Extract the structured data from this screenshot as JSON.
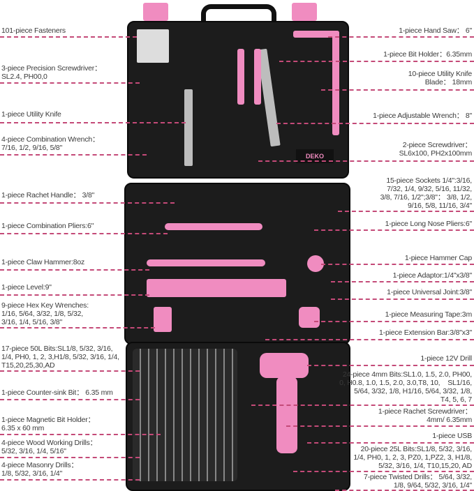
{
  "left_labels": [
    "101-piece Fasteners",
    "3-piece Precision Screwdriver：\nSL2.4, PH00,0",
    "1-piece Utility Knife",
    "4-piece Combination Wrench：\n7/16, 1/2, 9/16, 5/8\"",
    "1-piece Rachet Handle： 3/8\"",
    "1-piece Combination Pliers:6\"",
    "1-piece Claw Hammer:8oz",
    "1-piece Level:9\"",
    "9-piece Hex Key Wrenches:\n1/16, 5/64, 3/32, 1/8, 5/32,\n3/16, 1/4, 5/16, 3/8\"",
    "17-piece 50L Bits:SL1/8, 5/32, 3/16,\n1/4, PH0, 1, 2, 3,H1/8, 5/32, 3/16, 1/4,\nT15,20,25,30,AD",
    "1-piece Counter-sink Bit： 6.35 mm",
    "1-piece Magnetic Bit Holder：\n6.35 x 60 mm",
    "4-piece Wood Working Drills：\n5/32, 3/16, 1/4, 5/16\"",
    "4-piece Masonry Drills：\n1/8, 5/32, 3/16, 1/4\""
  ],
  "right_labels": [
    "1-piece Hand Saw： 6\"",
    "1-piece Bit Holder：6.35mm",
    "10-piece Utility Knife\nBlade： 18mm",
    "1-piece Adjustable Wrench： 8\"",
    "2-piece Screwdriver：\nSL6x100, PH2x100mm",
    "15-piece Sockets 1/4\":3/16,\n7/32, 1/4, 9/32, 5/16, 11/32,\n3/8, 7/16, 1/2\";3/8\"： 3/8, 1/2,\n9/16, 5/8, 11/16, 3/4\"",
    "1-piece Long Nose Pliers:6\"",
    "1-piece Hammer Cap",
    "1-piece Adaptor:1/4\"x3/8\"",
    "1-piece Universal Joint:3/8\"",
    "1-piece Measuring Tape:3m",
    "1-piece Extension Bar:3/8\"x3\"",
    "1-piece 12V Drill",
    "24-piece 4mm Bits:SL1.0, 1.5, 2.0, PH00,\n0, H0.8, 1.0, 1.5, 2.0, 3.0,T8, 10,    SL1/16,\n5/64, 3/32, 1/8, H1/16, 5/64, 3/32, 1/8,\nT4, 5, 6, 7",
    "1-piece Rachet Screwdriver：\n4mm/ 6.35mm",
    "1-piece USB",
    "20-piece 25L Bits:SL1/8, 5/32, 3/16,\n1/4, PH0, 1, 2, 3, PZ0, 1,PZ2, 3, H1/8,\n5/32, 3/16, 1/4, T10,15,20, AD",
    "7-piece Twisted Drills： 5/64, 3/32,\n1/8, 9/64, 5/32, 3/16, 1/4\""
  ],
  "brand_logo": "DEKO",
  "colors": {
    "accent": "#f08cc0",
    "leader_line": "#c44a78",
    "case": "#1c1c1c"
  }
}
